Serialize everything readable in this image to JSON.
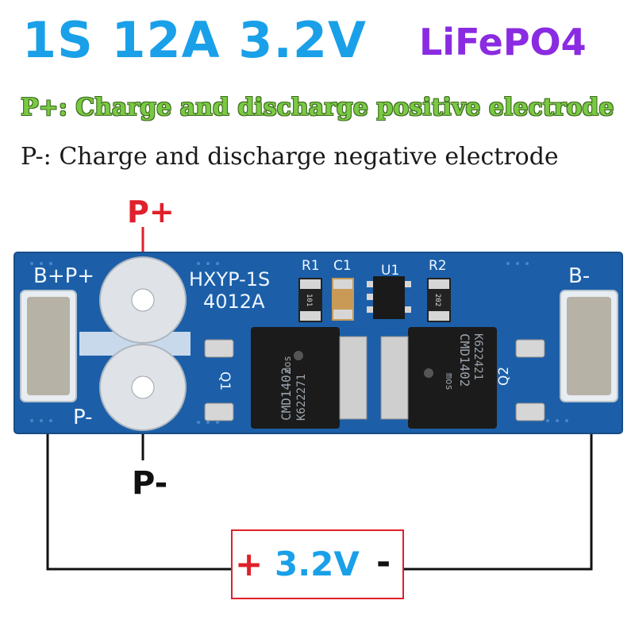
{
  "title": {
    "main": "1S 12A 3.2V",
    "chemistry": "LiFePO4"
  },
  "descriptions": {
    "p_plus": "P+: Charge and discharge positive electrode",
    "p_minus": "P-: Charge and discharge negative electrode"
  },
  "callouts": {
    "p_plus": "P+",
    "p_minus": "P-"
  },
  "battery": {
    "plus": "+",
    "voltage": "3.2V",
    "minus": "-"
  },
  "board": {
    "left_pad_label": "B+P+",
    "right_pad_label": "B-",
    "bottom_left_label": "P-",
    "model": "HXYP-1S",
    "model_code": "4012A",
    "r1": "R1",
    "c1": "C1",
    "u1": "U1",
    "r2": "R2",
    "r1_value": "101",
    "r2_value": "202",
    "q1": "Q1",
    "q2": "Q2",
    "mosfet_brand": "mos",
    "mosfet_left_part": "CMD1402",
    "mosfet_left_code": "K622271",
    "mosfet_right_part": "CMD1402",
    "mosfet_right_code": "K622421"
  },
  "colors": {
    "title_blue": "#1aa0e8",
    "chem_purple": "#8a2be2",
    "desc_green": "#7ac943",
    "callout_red": "#e0202a",
    "pcb_blue": "#1c5fa8"
  }
}
